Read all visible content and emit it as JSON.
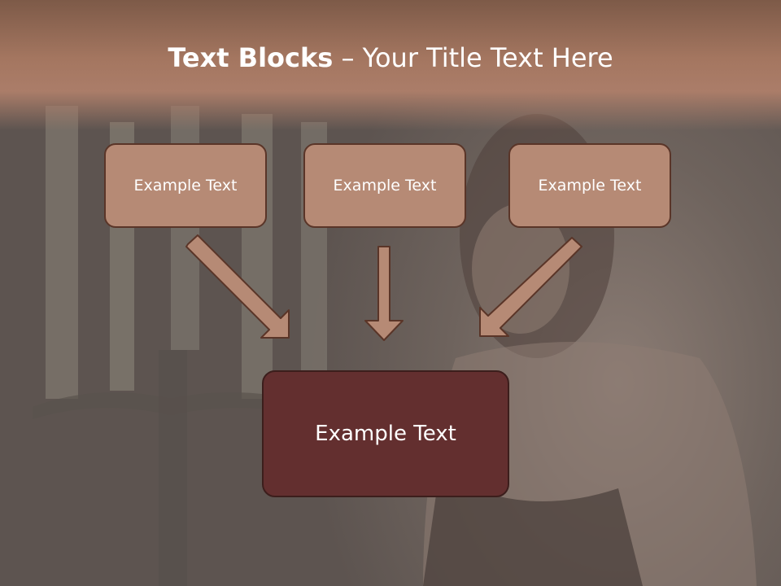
{
  "title": {
    "bold": "Text Blocks",
    "rest": " – Your Title Text Here"
  },
  "top_blocks": [
    "Example Text",
    "Example Text",
    "Example Text"
  ],
  "bottom_block": "Example Text",
  "colors": {
    "title_band": "#a47660",
    "block_fill": "#b68a75",
    "block_border": "#5a3528",
    "bottom_block_fill": "#632f2f",
    "arrow_fill": "#b68a75",
    "text": "#ffffff"
  }
}
